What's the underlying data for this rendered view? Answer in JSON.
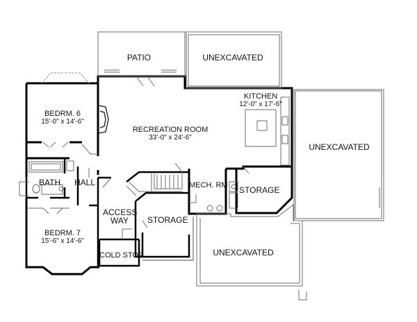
{
  "rooms": {
    "patio": "PATIO",
    "unexcavated_top": "UNEXCAVATED",
    "kitchen": {
      "name": "KITCHEN",
      "dim": "12'-0\" x 17'-6\""
    },
    "recreation": {
      "name": "RECREATION ROOM",
      "dim": "33'-0\" x 24'-6\""
    },
    "unexcavated_right": "UNEXCAVATED",
    "bedrm6": {
      "name": "BEDRM. 6",
      "dim": "15'-0\" x 14'-6\""
    },
    "bath": "BATH",
    "hall": "HALL",
    "mech": "MECH. RM",
    "storage_right": "STORAGE",
    "access_way": {
      "line1": "ACCESS",
      "line2": "WAY"
    },
    "storage_center": "STORAGE",
    "bedrm7": {
      "name": "BEDRM. 7",
      "dim": "15'-6\" x 14'-6\""
    },
    "unexcavated_bottom": "UNEXCAVATED",
    "cold_stor": "COLD STOR"
  },
  "colors": {
    "wall": "#000000",
    "thin": "#6b6b6b",
    "background": "#ffffff"
  }
}
